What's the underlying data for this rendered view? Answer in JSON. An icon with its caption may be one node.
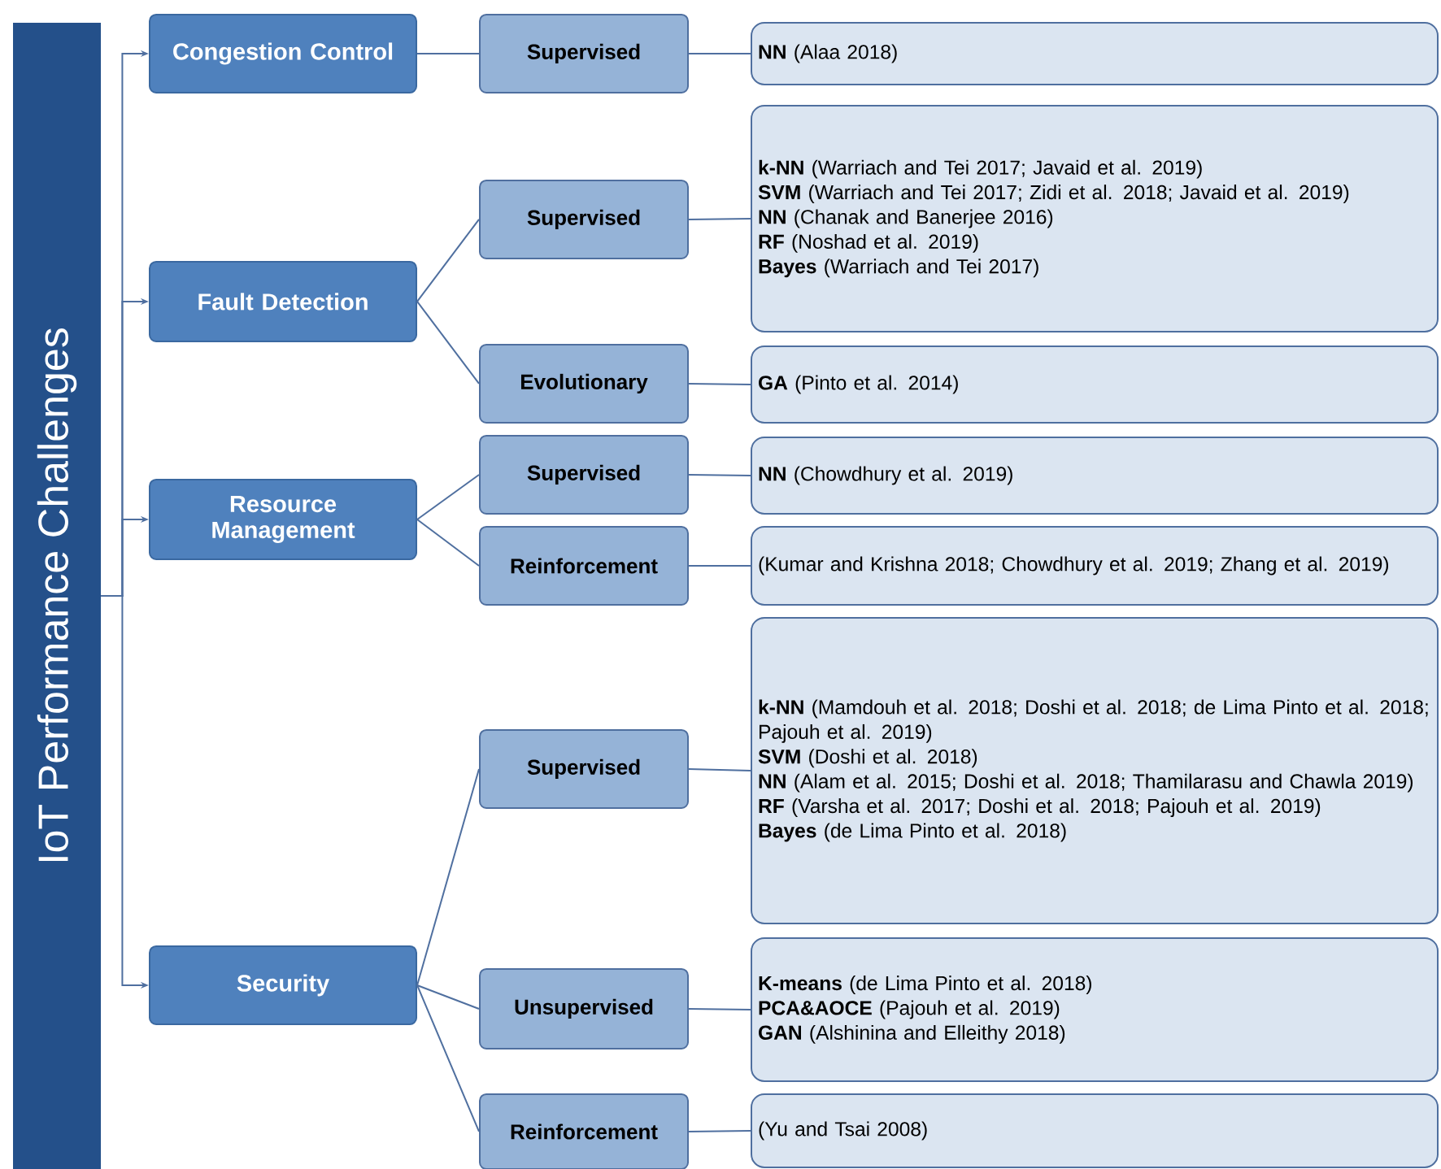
{
  "diagram": {
    "nodes": [
      {
        "text": [
          "IoT Performance Challenges"
        ]
      },
      {
        "text": [
          "Congestion Control"
        ]
      },
      {
        "text": [
          "Supervised"
        ]
      },
      {
        "text": [
          "**NN** (Alaa 2018)"
        ]
      },
      {
        "text": [
          "Fault Detection"
        ]
      },
      {
        "text": [
          "Supervised"
        ]
      },
      {
        "text": [
          "**k-NN** (Warriach and Tei 2017; Javaid et al. 2019)",
          "**SVM** (Warriach and Tei 2017; Zidi et al. 2018; Javaid et al. 2019)",
          "**NN** (Chanak and Banerjee 2016)",
          "**RF** (Noshad et al. 2019)",
          "**Bayes** (Warriach and Tei 2017)"
        ]
      },
      {
        "text": [
          "Evolutionary"
        ]
      },
      {
        "text": [
          "**GA** (Pinto et al. 2014)"
        ]
      },
      {
        "text": [
          "Resource Management"
        ]
      },
      {
        "text": [
          "Supervised"
        ]
      },
      {
        "text": [
          "**NN** (Chowdhury et al. 2019)"
        ]
      },
      {
        "text": [
          "Reinforcement"
        ]
      },
      {
        "text": [
          "(Kumar and Krishna 2018; Chowdhury et al. 2019; Zhang et al. 2019)"
        ]
      },
      {
        "text": [
          "Security"
        ]
      },
      {
        "text": [
          "Supervised"
        ]
      },
      {
        "text": [
          "**k-NN** (Mamdouh et al. 2018; Doshi et al. 2018; de Lima Pinto et al. 2018; Pajouh et al. 2019)",
          "**SVM** (Doshi et al. 2018)",
          "**NN** (Alam et al. 2015; Doshi et al. 2018; Thamilarasu and Chawla 2019)",
          "**RF** (Varsha et al. 2017; Doshi et al. 2018; Pajouh et al. 2019)",
          "**Bayes** (de Lima Pinto et al. 2018)"
        ]
      },
      {
        "text": [
          "Unsupervised"
        ]
      },
      {
        "text": [
          "**K-means** (de Lima Pinto et al. 2018)",
          "**PCA&AOCE** (Pajouh et al. 2019)",
          "**GAN** (Alshinina and Elleithy 2018)"
        ]
      },
      {
        "text": [
          "Reinforcement"
        ]
      },
      {
        "text": [
          "(Yu and Tsai 2008)"
        ]
      }
    ],
    "edges": [
      {
        "from": 0,
        "to": 1,
        "arrow": "to"
      },
      {
        "from": 0,
        "to": 4,
        "arrow": "to"
      },
      {
        "from": 0,
        "to": 9,
        "arrow": "to"
      },
      {
        "from": 0,
        "to": 14,
        "arrow": "to"
      },
      {
        "from": 1,
        "to": 2,
        "arrow": "none"
      },
      {
        "from": 2,
        "to": 3,
        "arrow": "none"
      },
      {
        "from": 4,
        "to": 5,
        "arrow": "none"
      },
      {
        "from": 4,
        "to": 7,
        "arrow": "none"
      },
      {
        "from": 5,
        "to": 6,
        "arrow": "none"
      },
      {
        "from": 7,
        "to": 8,
        "arrow": "none"
      },
      {
        "from": 9,
        "to": 10,
        "arrow": "none"
      },
      {
        "from": 9,
        "to": 12,
        "arrow": "none"
      },
      {
        "from": 10,
        "to": 11,
        "arrow": "none"
      },
      {
        "from": 12,
        "to": 13,
        "arrow": "none"
      },
      {
        "from": 14,
        "to": 15,
        "arrow": "none"
      },
      {
        "from": 14,
        "to": 17,
        "arrow": "none"
      },
      {
        "from": 14,
        "to": 19,
        "arrow": "none"
      },
      {
        "from": 15,
        "to": 16,
        "arrow": "none"
      },
      {
        "from": 17,
        "to": 18,
        "arrow": "none"
      },
      {
        "from": 19,
        "to": 20,
        "arrow": "none"
      }
    ]
  }
}
